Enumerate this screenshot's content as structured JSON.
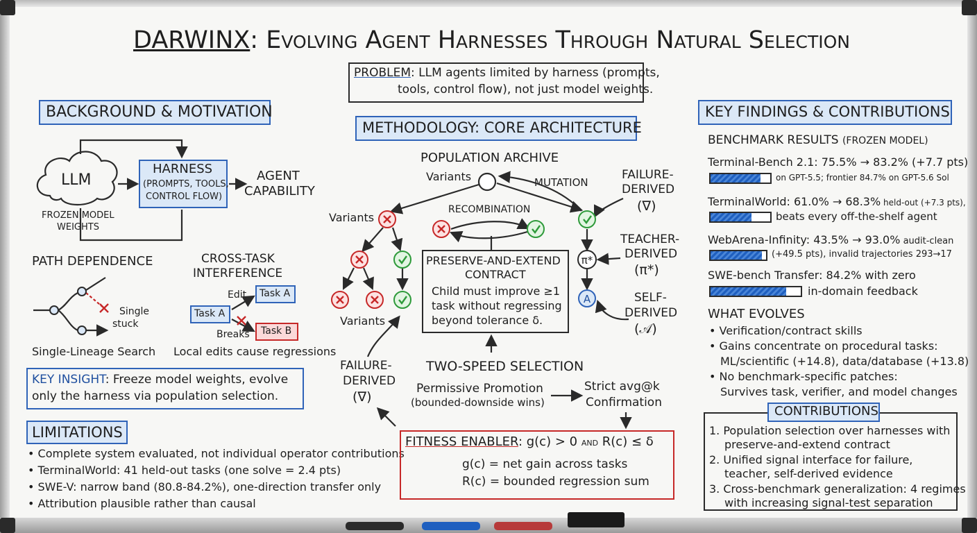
{
  "title": {
    "brand": "DARWINX",
    "rest": ": Evolving Agent Harnesses Through Natural Selection"
  },
  "problem": {
    "label": "PROBLEM",
    "line1": ": LLM agents limited by harness (prompts,",
    "line2": "tools, control flow), not just model weights."
  },
  "background": {
    "heading": "BACKGROUND & MOTIVATION",
    "llm": "LLM",
    "frozen": [
      "FROZEN MODEL",
      "WEIGHTS"
    ],
    "harness": [
      "HARNESS",
      "(PROMPTS, TOOLS,",
      "CONTROL FLOW)"
    ],
    "agent": [
      "AGENT",
      "CAPABILITY"
    ],
    "path_heading": "PATH DEPENDENCE",
    "single_stuck": [
      "Single",
      "stuck"
    ],
    "single_lineage": "Single-Lineage Search",
    "cross_heading": [
      "CROSS-TASK",
      "INTERFERENCE"
    ],
    "edit": "Edit",
    "task_a": "Task A",
    "task_a2": "Task A",
    "task_b": "Task B",
    "breaks": "Breaks",
    "local_edits": "Local edits cause regressions"
  },
  "key_insight": {
    "label": "KEY INSIGHT",
    "line1": ": Freeze model weights, evolve",
    "line2": "only the harness via population selection."
  },
  "limitations": {
    "heading": "LIMITATIONS",
    "items": [
      "• Complete system evaluated, not individual operator contributions",
      "• TerminalWorld: 41 held-out tasks (one solve = 2.4 pts)",
      "• SWE-V: narrow band (80.8-84.2%), one-direction transfer only",
      "• Attribution plausible rather than causal"
    ]
  },
  "methodology": {
    "heading": "METHODOLOGY: CORE ARCHITECTURE",
    "archive": "POPULATION ARCHIVE",
    "variants_top": "Variants",
    "mutation": "MUTATION",
    "variants_left": "Variants",
    "recombination": "RECOMBINATION",
    "variants_bottom": "Variants",
    "contract": [
      "PRESERVE-AND-EXTEND",
      "CONTRACT",
      "Child must improve ≥1",
      "task without regressing",
      "beyond tolerance δ."
    ],
    "failure_right": [
      "FAILURE-",
      "DERIVED",
      "(∇)"
    ],
    "teacher": [
      "TEACHER-",
      "DERIVED",
      "(π*)"
    ],
    "self": [
      "SELF-",
      "DERIVED",
      "(𝒜)"
    ],
    "pi_node": "π*",
    "a_node": "A",
    "failure_left": [
      "FAILURE-",
      "DERIVED",
      "(∇)"
    ],
    "two_speed": "TWO-SPEED SELECTION",
    "permissive": [
      "Permissive Promotion",
      "(bounded-downside wins)"
    ],
    "strict": [
      "Strict avg@k",
      "Confirmation"
    ],
    "fitness": {
      "label": "FITNESS ENABLER",
      "rule_a": ": g(c) > 0",
      "and": "and",
      "rule_b": "R(c) ≤ δ",
      "line2": "g(c) = net gain across tasks",
      "line3": "R(c) = bounded regression sum"
    }
  },
  "findings": {
    "heading": "KEY FINDINGS & CONTRIBUTIONS",
    "bench_heading": "BENCHMARK RESULTS",
    "bench_sub": "(FROZEN MODEL)",
    "results": [
      {
        "name": "Terminal-Bench 2.1: 75.5% → 83.2% (+7.7 pts)",
        "note": "on GPT-5.5; frontier 84.7% on GPT-5.6 Sol",
        "value": 83.2
      },
      {
        "name": "TerminalWorld: 61.0% → 68.3%",
        "name_small": " held-out (+7.3 pts),",
        "note": "beats every off-the-shelf agent",
        "value": 68.3
      },
      {
        "name": "WebArena-Infinity: 43.5% → 93.0%",
        "name_small": " audit-clean",
        "note": "(+49.5 pts), invalid trajectories 293→17",
        "value": 93.0
      },
      {
        "name": "SWE-bench Transfer: 84.2% with zero",
        "note": "in-domain feedback",
        "value": 84.2
      }
    ],
    "evolves_heading": "WHAT EVOLVES",
    "evolves": [
      "• Verification/contract skills",
      "• Gains concentrate on procedural tasks:",
      "ML/scientific (+14.8), data/database (+13.8)",
      "• No benchmark-specific patches:",
      "Survives task, verifier, and model changes"
    ],
    "contrib_heading": "CONTRIBUTIONS",
    "contributions": [
      "1. Population selection over harnesses with",
      "preserve-and-extend contract",
      "2. Unified signal interface for failure,",
      "teacher, self-derived evidence",
      "3. Cross-benchmark generalization: 4 regimes",
      "with increasing signal-test separation"
    ]
  },
  "colors": {
    "accent_blue": "#2f63b8",
    "red": "#c62828",
    "green": "#2e9a3a",
    "fill_blue": "#dbe8f7"
  }
}
